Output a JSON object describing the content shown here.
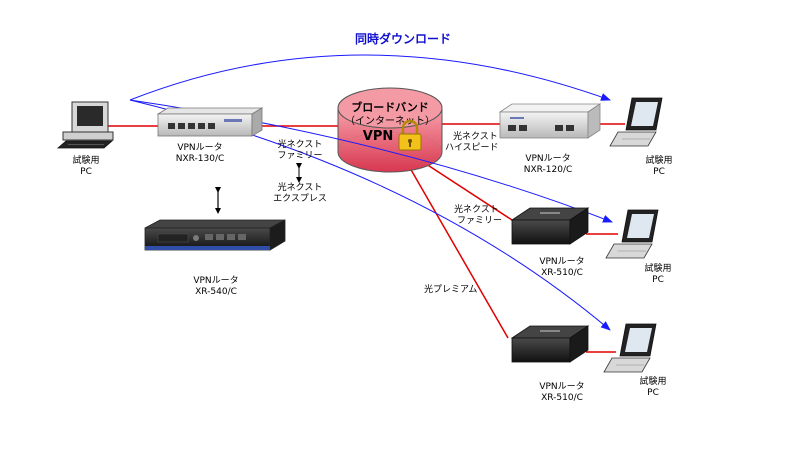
{
  "title": "同時ダウンロード",
  "cloud": {
    "line1": "ブロードバンド",
    "line2": "（インターネット）",
    "line3": "VPN"
  },
  "pc_left": {
    "line1": "試験用",
    "line2": "PC"
  },
  "router_nxr130": {
    "line1": "VPNルータ",
    "line2": "NXR-130/C"
  },
  "router_xr540": {
    "line1": "VPNルータ",
    "line2": "XR-540/C"
  },
  "router_nxr120": {
    "line1": "VPNルータ",
    "line2": "NXR-120/C"
  },
  "router_xr510a": {
    "line1": "VPNルータ",
    "line2": "XR-510/C"
  },
  "router_xr510b": {
    "line1": "VPNルータ",
    "line2": "XR-510/C"
  },
  "pc_right_1": {
    "line1": "試験用",
    "line2": "PC"
  },
  "pc_right_2": {
    "line1": "試験用",
    "line2": "PC"
  },
  "pc_right_3": {
    "line1": "試験用",
    "line2": "PC"
  },
  "links": {
    "left_family": {
      "line1": "光ネクスト",
      "line2": "ファミリー"
    },
    "left_express": {
      "line1": "光ネクスト",
      "line2": "エクスプレス"
    },
    "right_hispeed": {
      "line1": "光ネクスト",
      "line2": "ハイスピード"
    },
    "right_family": {
      "line1": "光ネクスト",
      "line2": "ファミリー"
    },
    "right_premium": "光プレミアム"
  },
  "colors": {
    "link_line": "#e00000",
    "download_arrow": "#1a1aff",
    "cloud_fill": "#e8586a"
  }
}
